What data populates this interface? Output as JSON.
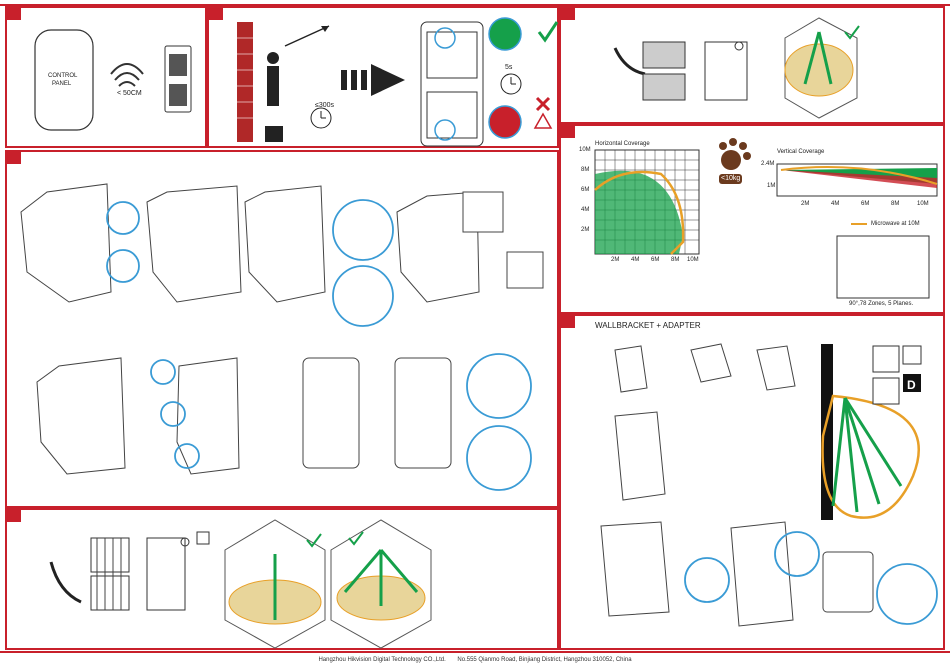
{
  "step1": {
    "control_panel_line1": "CONTROL",
    "control_panel_line2": "PANEL",
    "distance": "< 50CM"
  },
  "step2": {
    "time_wait": "≤300s",
    "time_test": "5s"
  },
  "coverage": {
    "horizontal_title": "Horizontal Coverage",
    "h_y_ticks": [
      "10M",
      "8M",
      "6M",
      "4M",
      "2M"
    ],
    "h_x_ticks": [
      "2M",
      "4M",
      "6M",
      "8M",
      "10M"
    ],
    "vertical_title": "Vertical Coverage",
    "v_y_ticks": [
      "2.4M",
      "1M"
    ],
    "v_x_ticks": [
      "2M",
      "4M",
      "6M",
      "8M",
      "10M"
    ],
    "microwave_legend": "Microwave at 10M",
    "pet_weight": "<10kg",
    "zones": "90°,78 Zones, 5 Planes."
  },
  "bracket": {
    "title": "WALLBRACKET + ADAPTER",
    "badge": "D"
  },
  "footer": {
    "company": "Hangzhou Hikvision Digital Technology CO.,Ltd.",
    "address": "No.555 Qianmo Road, Binjiang District, Hangzhou 310052, China"
  },
  "colors": {
    "accent_red": "#c8202b",
    "coverage_green": "#15a04a",
    "coverage_orange": "#e8a028",
    "callout_blue": "#3a9bd5"
  }
}
